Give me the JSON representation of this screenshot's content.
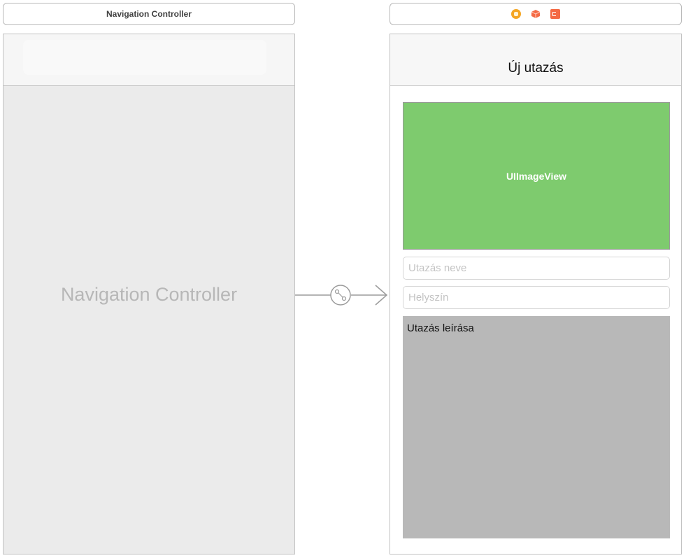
{
  "navigation_scene": {
    "dock_title": "Navigation Controller",
    "center_label": "Navigation Controller"
  },
  "view_controller_scene": {
    "dock_icons": [
      "view-controller-icon",
      "first-responder-icon",
      "exit-icon"
    ],
    "nav_title": "Új utazás",
    "image_view_label": "UIImageView",
    "trip_name_placeholder": "Utazás neve",
    "location_placeholder": "Helyszín",
    "description_text": "Utazás leírása"
  },
  "segue": {
    "icon": "relationship-segue-icon"
  },
  "colors": {
    "image_view": "#7ecb6e",
    "description_bg": "#b8b8b8",
    "dock_yellow": "#f5a623",
    "dock_orange": "#f46a45"
  }
}
